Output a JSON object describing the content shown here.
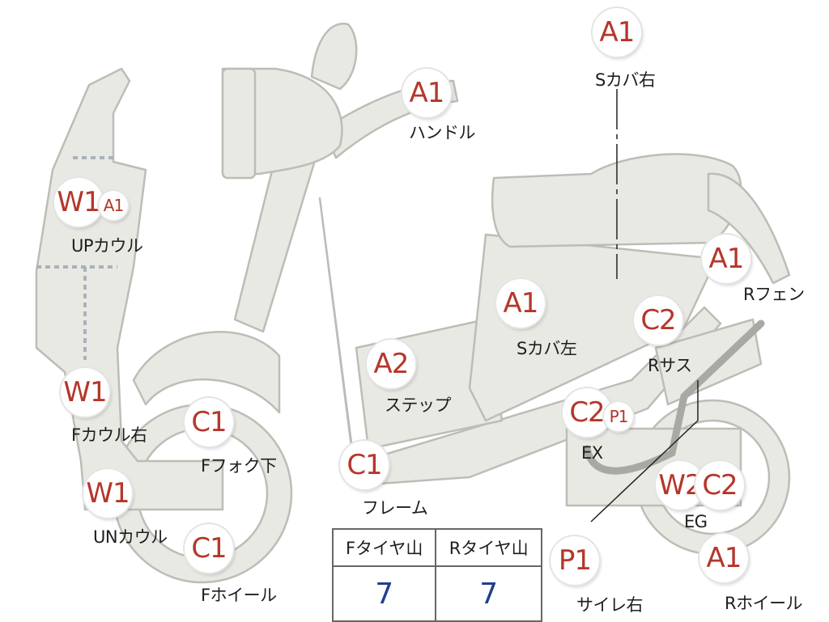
{
  "markers": [
    {
      "code": "A1",
      "label": "Sカバ右"
    },
    {
      "code": "A1",
      "label": "ハンドル"
    },
    {
      "code": "W1",
      "label": ""
    },
    {
      "code": "A1",
      "label": "UPカウル"
    },
    {
      "code": "A1",
      "label": "Rフェン"
    },
    {
      "code": "A1",
      "label": "Sカバ左"
    },
    {
      "code": "C2",
      "label": "Rサス"
    },
    {
      "code": "A2",
      "label": "ステップ"
    },
    {
      "code": "W1",
      "label": "Fカウル右"
    },
    {
      "code": "C1",
      "label": "Fフォク下"
    },
    {
      "code": "C2",
      "label": ""
    },
    {
      "code": "P1",
      "label": "EX"
    },
    {
      "code": "C1",
      "label": "フレーム"
    },
    {
      "code": "W1",
      "label": "UNカウル"
    },
    {
      "code": "W2",
      "label": ""
    },
    {
      "code": "C2",
      "label": "EG"
    },
    {
      "code": "C1",
      "label": "Fホイール"
    },
    {
      "code": "P1",
      "label": "サイレ右"
    },
    {
      "code": "A1",
      "label": "Rホイール"
    }
  ],
  "tread_table": {
    "headers": [
      "Fタイヤ山",
      "Rタイヤ山"
    ],
    "values": [
      "7",
      "7"
    ],
    "value_color": "#1f3f8f"
  },
  "colors": {
    "part_fill": "#e9e9e3",
    "part_stroke": "#bdbdb7",
    "marker_text": "#b5362b"
  }
}
